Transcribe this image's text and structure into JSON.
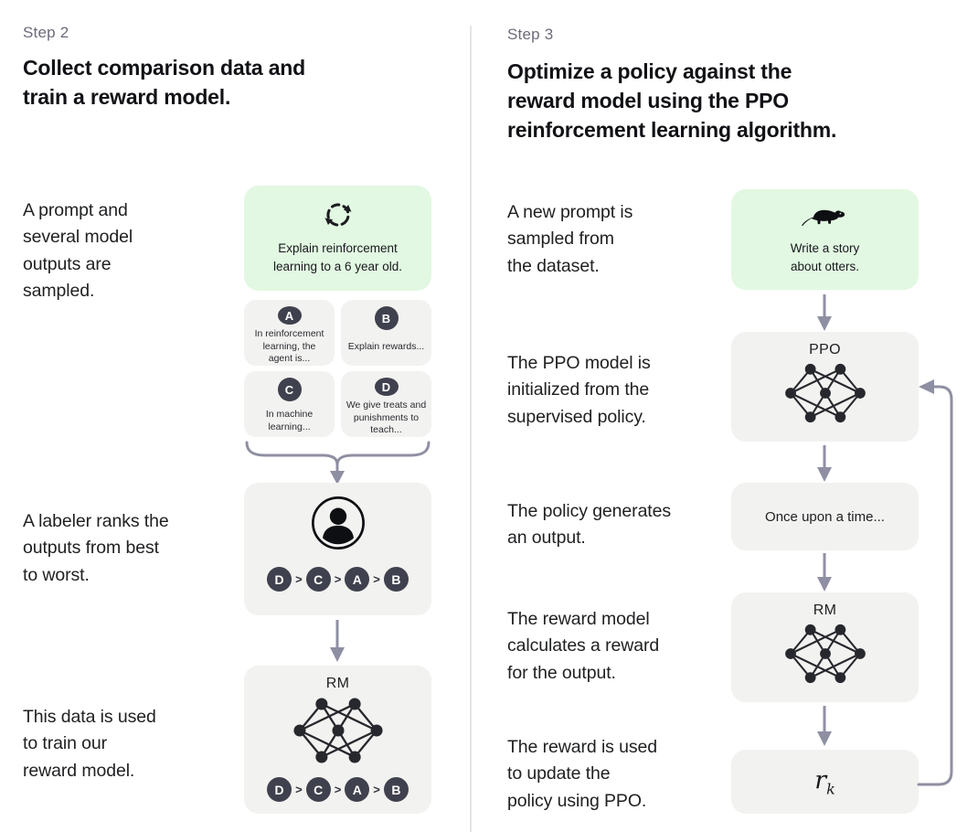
{
  "ui": {
    "gt": ">"
  },
  "colors": {
    "green_box": "#e2f8e2",
    "gray_box": "#f2f2f0",
    "dark_circle": "#40414e",
    "arrow": "#8f8fa3",
    "step_label": "#6b6b7a",
    "text": "#202123"
  },
  "step2": {
    "step_label": "Step 2",
    "title": "Collect comparison data and\ntrain a reward model.",
    "captions": {
      "sampled": "A prompt and\nseveral model\noutputs are\nsampled.",
      "labeler": "A labeler ranks the\noutputs from best\nto worst.",
      "train": "This data is used\nto train our\nreward model."
    },
    "prompt_box": {
      "icon": "cycle-icon",
      "text": "Explain reinforcement\nlearning to a 6 year old."
    },
    "outputs": [
      {
        "label": "A",
        "text": "In reinforcement\nlearning, the\nagent is..."
      },
      {
        "label": "B",
        "text": "Explain rewards..."
      },
      {
        "label": "C",
        "text": "In machine\nlearning..."
      },
      {
        "label": "D",
        "text": "We give treats and\npunishments to\nteach..."
      }
    ],
    "ranking": [
      "D",
      "C",
      "A",
      "B"
    ],
    "labeler_icon": "person-icon",
    "rm_label": "RM"
  },
  "step3": {
    "step_label": "Step 3",
    "title": "Optimize a policy against the\nreward model using the PPO\nreinforcement learning algorithm.",
    "captions": {
      "new_prompt": "A new prompt is\nsampled from\nthe dataset.",
      "ppo_init": "The PPO model is\ninitialized from the\nsupervised policy.",
      "generates": "The policy generates\nan output.",
      "reward_calc": "The reward model\ncalculates a reward\nfor the output.",
      "reward_update": "The reward is used\nto update the\npolicy using PPO."
    },
    "prompt_box": {
      "icon": "otter-icon",
      "text": "Write a story\nabout otters."
    },
    "ppo_label": "PPO",
    "output_box_text": "Once upon a time...",
    "rm_label": "RM",
    "reward": {
      "base": "r",
      "subscript": "k"
    }
  }
}
